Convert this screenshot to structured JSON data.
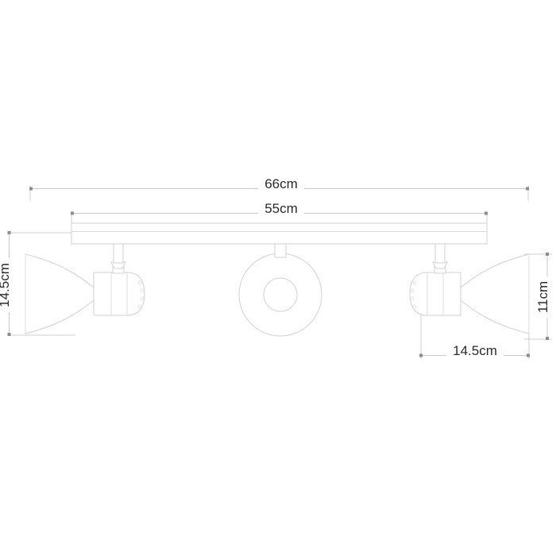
{
  "drawing": {
    "kind": "technical-dimension-drawing",
    "subject": "three-head ceiling spotlight bar",
    "background_color": "#ffffff",
    "line_color": "#d2d2d2",
    "dimension_line_color": "#c9c9c9",
    "text_color": "#2b2b2b"
  },
  "dimensions": {
    "overall_width": {
      "label": "66cm",
      "value": 66,
      "unit": "cm",
      "orientation": "horizontal",
      "position": "top"
    },
    "bar_width": {
      "label": "55cm",
      "value": 55,
      "unit": "cm",
      "orientation": "horizontal",
      "position": "upper"
    },
    "overall_height": {
      "label": "14.5cm",
      "value": 14.5,
      "unit": "cm",
      "orientation": "vertical",
      "position": "left"
    },
    "head_depth": {
      "label": "14.5cm",
      "value": 14.5,
      "unit": "cm",
      "orientation": "horizontal",
      "position": "bottom-right"
    },
    "shade_diameter": {
      "label": "11cm",
      "value": 11,
      "unit": "cm",
      "orientation": "vertical",
      "position": "right"
    }
  },
  "parts": {
    "mounting_bar": "mounting-bar",
    "left_head": "left-spotlight-head",
    "center_head": "center-spotlight-head",
    "right_head": "right-spotlight-head"
  }
}
